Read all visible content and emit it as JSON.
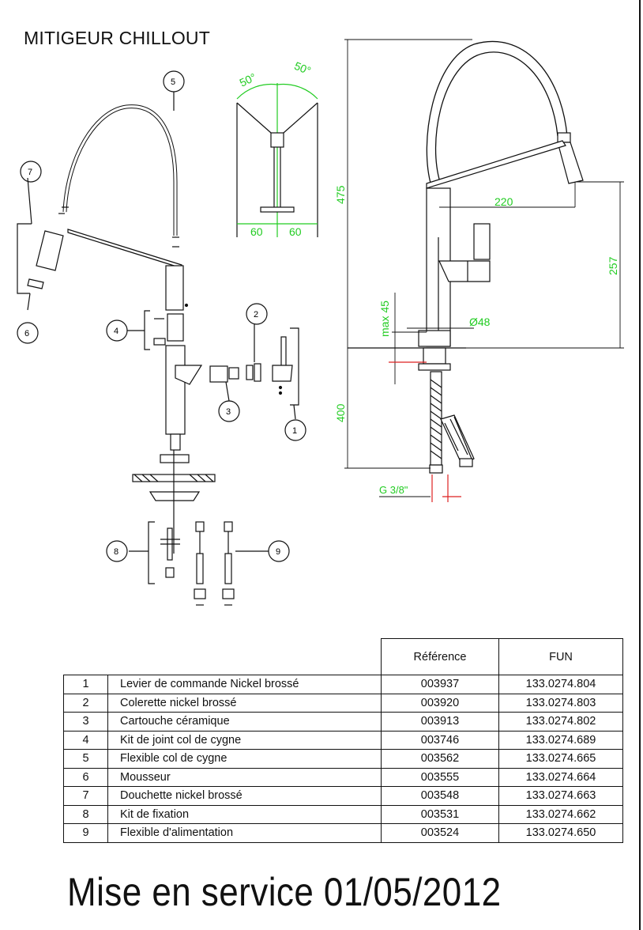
{
  "title": "MITIGEUR CHILLOUT",
  "callouts": [
    "1",
    "2",
    "3",
    "4",
    "5",
    "6",
    "7",
    "8",
    "9"
  ],
  "dimensions": {
    "angle_left": "50°",
    "angle_right": "50°",
    "width_left": "60",
    "width_right": "60",
    "height_total": "475",
    "reach": "220",
    "spout_height": "257",
    "max_thickness": "max 45",
    "diameter": "Ø48",
    "hose_length": "400",
    "thread": "G 3/8\""
  },
  "table": {
    "headers": {
      "reference": "Référence",
      "fun": "FUN"
    },
    "rows": [
      {
        "num": "1",
        "label": "Levier de commande Nickel brossé",
        "ref": "003937",
        "fun": "133.0274.804"
      },
      {
        "num": "2",
        "label": "Colerette nickel brossé",
        "ref": "003920",
        "fun": "133.0274.803"
      },
      {
        "num": "3",
        "label": "Cartouche céramique",
        "ref": "003913",
        "fun": "133.0274.802"
      },
      {
        "num": "4",
        "label": "Kit de joint col de cygne",
        "ref": "003746",
        "fun": "133.0274.689"
      },
      {
        "num": "5",
        "label": "Flexible col de cygne",
        "ref": "003562",
        "fun": "133.0274.665"
      },
      {
        "num": "6",
        "label": "Mousseur",
        "ref": "003555",
        "fun": "133.0274.664"
      },
      {
        "num": "7",
        "label": "Douchette nickel brossé",
        "ref": "003548",
        "fun": "133.0274.663"
      },
      {
        "num": "8",
        "label": "Kit de fixation",
        "ref": "003531",
        "fun": "133.0274.662"
      },
      {
        "num": "9",
        "label": "Flexible d'alimentation",
        "ref": "003524",
        "fun": "133.0274.650"
      }
    ]
  },
  "footer": "Mise en service 01/05/2012",
  "colors": {
    "dimension": "#22cc22",
    "thread_marker": "#dd2222",
    "line": "#111111"
  }
}
